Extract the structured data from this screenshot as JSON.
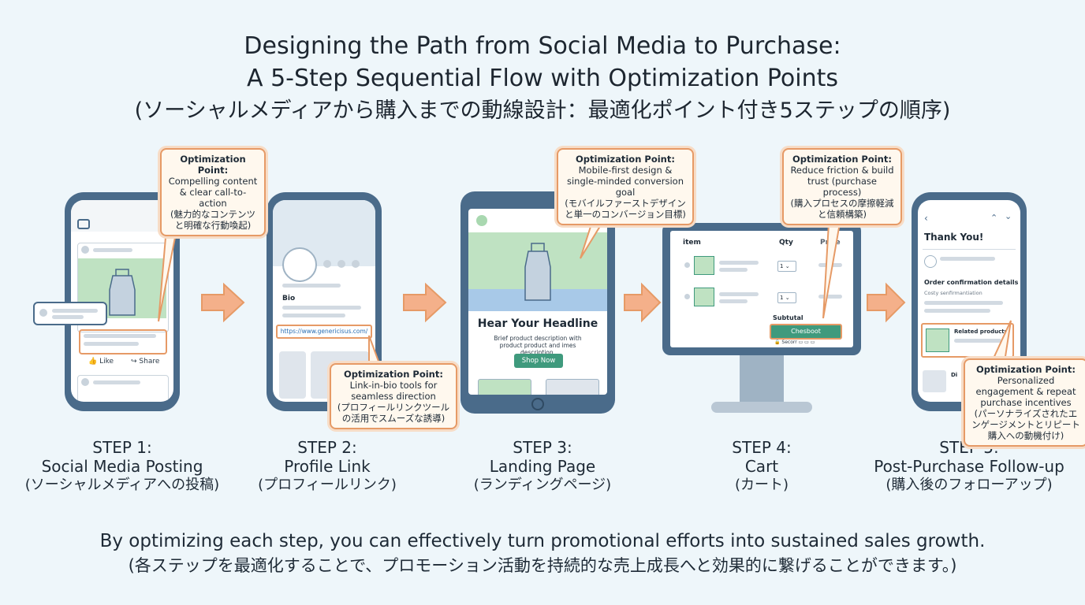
{
  "title": {
    "line1": "Designing the Path from Social Media to Purchase:",
    "line2": "A 5-Step Sequential Flow with Optimization Points",
    "line3": "(ソーシャルメディアから購入までの動線設計：最適化ポイント付き5ステップの順序)"
  },
  "steps": [
    {
      "num": "STEP 1:",
      "name": "Social Media Posting",
      "jp": "(ソーシャルメディアへの投稿)"
    },
    {
      "num": "STEP 2:",
      "name": "Profile Link",
      "jp": "(プロフィールリンク)"
    },
    {
      "num": "STEP 3:",
      "name": "Landing Page",
      "jp": "(ランディングページ)"
    },
    {
      "num": "STEP 4:",
      "name": "Cart",
      "jp": "(カート)"
    },
    {
      "num": "STEP 5:",
      "name": "Post-Purchase Follow-up",
      "jp": "(購入後のフォローアップ)"
    }
  ],
  "callouts": [
    {
      "head": "Optimization Point:",
      "body": "Compelling content & clear call-to-action",
      "jp": "(魅力的なコンテンツと明確な行動喚起)"
    },
    {
      "head": "Optimization Point:",
      "body": "Link-in-bio tools for seamless direction",
      "jp": "(プロフィールリンクツールの活用でスムーズな誘導)"
    },
    {
      "head": "Optimization Point:",
      "body": "Mobile-first design & single-minded conversion goal",
      "jp": "(モバイルファーストデザインと単一のコンバージョン目標)"
    },
    {
      "head": "Optimization Point:",
      "body": "Reduce friction & build trust (purchase process)",
      "jp": "(購入プロセスの摩擦軽減と信頼構築)"
    },
    {
      "head": "Optimization Point:",
      "body": "Personalized engagement & repeat purchase incentives",
      "jp": "(パーソナライズされたエンゲージメントとリピート購入への動機付け)"
    }
  ],
  "post": {
    "like": "Like",
    "share": "Share"
  },
  "profile": {
    "bio": "Bio",
    "link": "https://www.genericisus.com/"
  },
  "landing": {
    "headline": "Hear Your Headline",
    "desc": "Brief product description with product product and imes description.",
    "cta": "Shop Now"
  },
  "cart": {
    "col_item": "item",
    "col_qty": "Qty",
    "col_price": "Price",
    "qty1": "1",
    "qty2": "1",
    "subtotal": "Subtutal",
    "checkout": "Chesboot",
    "secure": "Secorr"
  },
  "followup": {
    "thanks": "Thank You!",
    "order": "Order confirmation details",
    "order_sub": "Costy senfirmantiation",
    "related": "Related products",
    "di": "Di"
  },
  "footer": {
    "line1": "By optimizing each step, you can effectively turn promotional efforts into sustained sales growth.",
    "line2": "(各ステップを最適化することで、プロモーション活動を持続的な売上成長へと効果的に繋げることができます。)"
  },
  "colors": {
    "accent": "#e69a66",
    "device": "#4a6b8a",
    "green": "#3f9a7d",
    "bg": "#eef6fa"
  }
}
